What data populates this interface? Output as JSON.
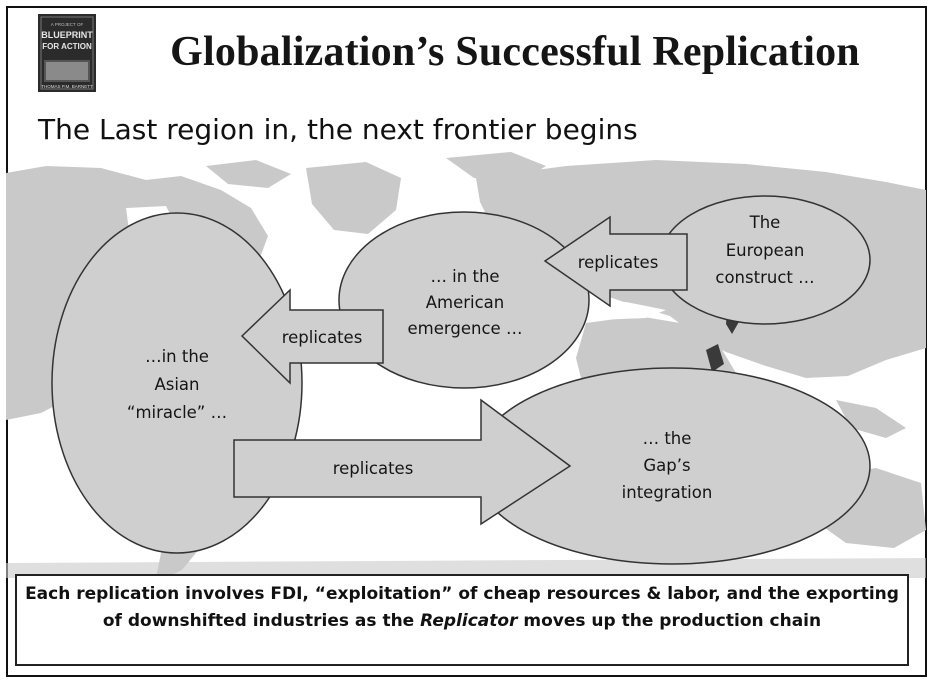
{
  "slide": {
    "title": "Globalization’s Successful Replication",
    "subtitle": "The Last region in, the next frontier begins"
  },
  "book_cover": {
    "publisher_line": "A PROJECT OF",
    "title_line1": "BLUEPRINT",
    "title_line2": "FOR ACTION",
    "author": "THOMAS P.M. BARNETT"
  },
  "nodes": {
    "asian": {
      "line1": "…in the",
      "line2": "Asian",
      "line3": "“miracle” …"
    },
    "american": {
      "line1": "… in the",
      "line2": "American",
      "line3": "emergence …"
    },
    "european": {
      "line1": "The",
      "line2": "European",
      "line3": "construct …"
    },
    "gap": {
      "line1": "… the",
      "line2": "Gap’s",
      "line3": "integration"
    }
  },
  "arrows": {
    "europe_to_america": "replicates",
    "america_to_asia": "replicates",
    "asia_to_gap": "replicates"
  },
  "caption": {
    "part1": "Each replication involves FDI, “exploitation” of cheap resources & labor, and the exporting of downshifted industries as the ",
    "emphasis": "Replicator",
    "part2": " moves up the production chain"
  },
  "colors": {
    "map_background": "#ffffff",
    "map_land": "#c9c9c9",
    "shape_fill": "#cfcfcf",
    "shape_stroke": "#333333"
  }
}
